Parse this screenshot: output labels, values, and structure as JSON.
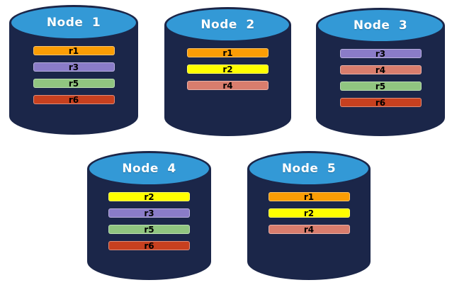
{
  "diagram": {
    "description": "Database nodes with replicated partitions",
    "background": "#FFFFFF"
  },
  "colors": {
    "cylinder_body": "#1B2649",
    "cylinder_top_fill": "#3399D6",
    "cylinder_outline": "#1B2649",
    "node_title_text": "#FFFFFF",
    "bar_text": "#000000"
  },
  "replica_colors": {
    "r1": "#FB9D05",
    "r2": "#FFFF00",
    "r3": "#8A7CC8",
    "r4": "#D97D6D",
    "r5": "#90C580",
    "r6": "#C7401F"
  },
  "nodes": [
    {
      "name": "Node 1",
      "replicas": [
        "r1",
        "r3",
        "r5",
        "r6"
      ]
    },
    {
      "name": "Node 2",
      "replicas": [
        "r1",
        "r2",
        "r4"
      ]
    },
    {
      "name": "Node 3",
      "replicas": [
        "r3",
        "r4",
        "r5",
        "r6"
      ]
    },
    {
      "name": "Node 4",
      "replicas": [
        "r2",
        "r3",
        "r5",
        "r6"
      ]
    },
    {
      "name": "Node 5",
      "replicas": [
        "r1",
        "r2",
        "r4"
      ]
    }
  ]
}
